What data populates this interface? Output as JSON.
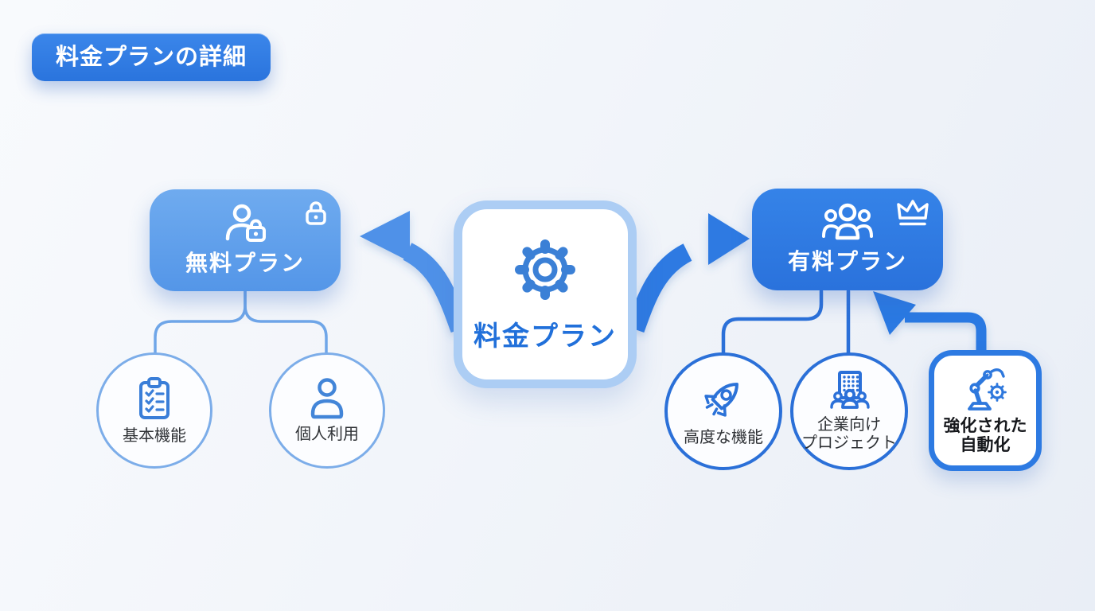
{
  "badge": {
    "label": "料金プランの詳細"
  },
  "center": {
    "label": "料金プラン",
    "icon": "gear-icon"
  },
  "free_plan": {
    "label": "無料プラン",
    "icon": "user-lock-icon",
    "corner_icon": "lock-icon"
  },
  "paid_plan": {
    "label": "有料プラン",
    "icon": "users-icon",
    "corner_icon": "crown-icon"
  },
  "free_features": [
    {
      "label": "基本機能",
      "icon": "checklist-clipboard-icon"
    },
    {
      "label": "個人利用",
      "icon": "user-icon"
    }
  ],
  "paid_features": [
    {
      "label": "高度な機能",
      "icon": "rocket-icon"
    },
    {
      "label_line1": "企業向け",
      "label_line2": "プロジェクト",
      "icon": "office-people-icon"
    }
  ],
  "automation": {
    "label_line1": "強化された",
    "label_line2": "自動化",
    "icon": "robot-arm-gear-icon"
  },
  "colors": {
    "primary": "#2d7ae2",
    "light_primary": "#5f9fe9",
    "pale_border": "#accdf4",
    "connector_light": "#6fa6e8",
    "connector_dark": "#2b70d8",
    "arrow_left": "#4f91e8",
    "arrow_right": "#2e7ae2",
    "text_dark": "#2e3135",
    "background": "#f1f5fa"
  }
}
